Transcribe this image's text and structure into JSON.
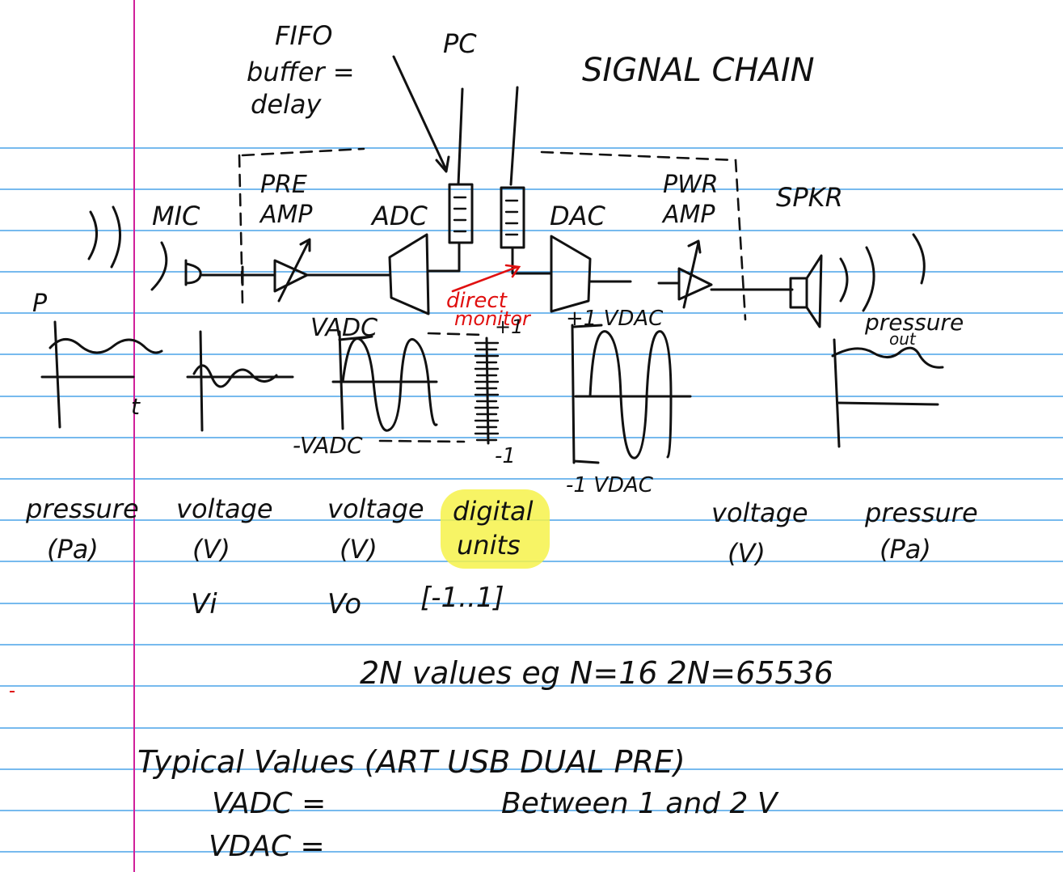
{
  "title": "SIGNAL CHAIN",
  "labels": {
    "fifo": [
      "FIFO",
      "buffer =",
      "delay"
    ],
    "pc": "PC",
    "mic": "MIC",
    "preamp": [
      "PRE",
      "AMP"
    ],
    "adc": "ADC",
    "dac": "DAC",
    "pwr_amp": [
      "PWR",
      "AMP"
    ],
    "spkr": "SPKR",
    "direct_monitor": [
      "direct",
      "monitor"
    ],
    "p_axis": "P",
    "t_axis": "t",
    "v_adc_top": "VADC",
    "v_adc_bottom": "-VADC",
    "plus_one": "+1",
    "minus_one": "-1",
    "v_dac_top": "+1 VDAC",
    "v_dac_bottom": "-1 VDAC",
    "pressure_out": [
      "pressure",
      "out"
    ]
  },
  "units": [
    {
      "line1": "pressure",
      "line2": "(Pa)"
    },
    {
      "line1": "voltage",
      "line2": "(V)",
      "line3": "Vi"
    },
    {
      "line1": "voltage",
      "line2": "(V)",
      "line3": "Vo"
    },
    {
      "line1": "digital",
      "line2": "units",
      "line3": "[-1..1]"
    },
    {
      "line1": "voltage",
      "line2": "(V)"
    },
    {
      "line1": "pressure",
      "line2": "(Pa)"
    }
  ],
  "notes": {
    "values": "2N values  eg N=16  2N=65536",
    "typical": "Typical Values  (ART USB DUAL PRE)",
    "vadc": "VADC =",
    "vadc_value": "Between 1 and 2 V",
    "vdac": "VDAC ="
  },
  "colors": {
    "ink": "#111111",
    "rule": "#4aa3e8",
    "margin": "#d0209a",
    "red": "#e01010",
    "highlight": "#f6f24a"
  }
}
